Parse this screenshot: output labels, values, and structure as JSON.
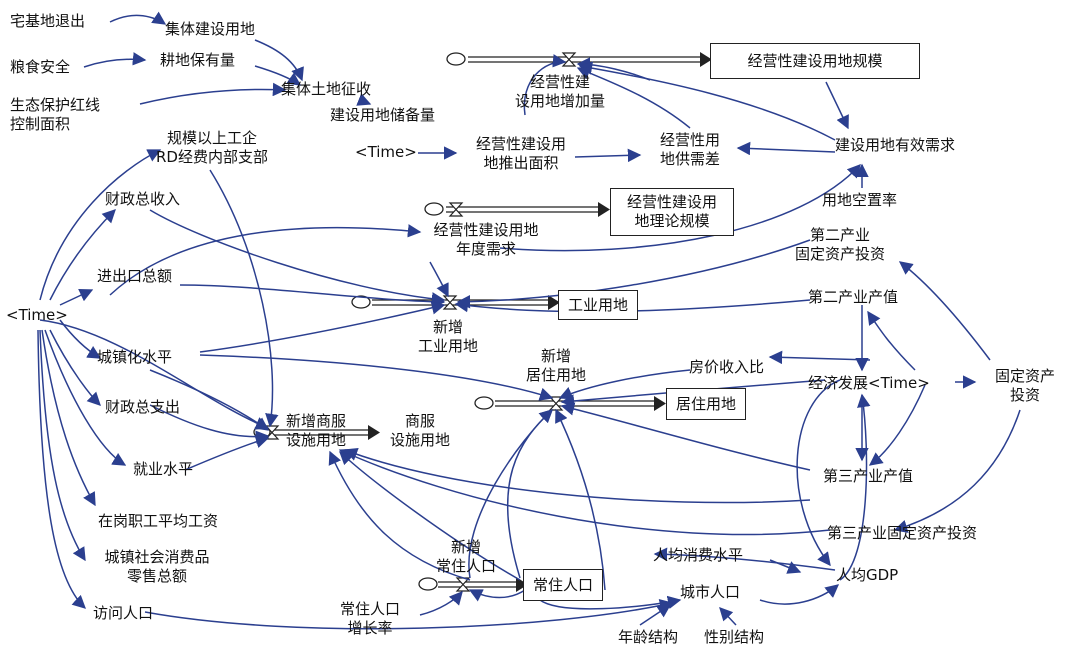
{
  "variables": {
    "zhaijidi": "宅基地退出",
    "jiti": "集体建设用地",
    "liangshi": "粮食安全",
    "gengdi": "耕地保有量",
    "shengtai": "生态保护红线\n控制面积",
    "jitizhengshou": "集体土地征收",
    "chubei": "建设用地储备量",
    "time_top": "<Time>",
    "tuichu": "经营性建设用\n地推出面积",
    "zengjia": "经营性建\n设用地增加量",
    "gongxucha": "经营性用\n地供需差",
    "xuqiu": "建设用地有效需求",
    "kongzhi": "用地空置率",
    "guimo_rd": "规模以上工企\nRD经费内部支部",
    "caizheng_shou": "财政总收入",
    "niandu_xuqiu": "经营性建设用地\n年度需求",
    "er_touzi": "第二产业\n固定资产投资",
    "jinchukou": "进出口总额",
    "er_chanzhi": "第二产业产值",
    "time_left": "<Time>",
    "xinzeng_gongye": "新增\n工业用地",
    "chengzhenhua": "城镇化水平",
    "xinzeng_juzhu": "新增\n居住用地",
    "fangjia": "房价收入比",
    "jingji": "经济发展<Time>",
    "guding_touzi": "固定资产\n投资",
    "caizheng_zhi": "财政总支出",
    "xinzeng_shangfu": "新增商服\n设施用地",
    "shangfu_label": "商服\n设施用地",
    "jiuye": "就业水平",
    "san_chanzhi": "第三产业产值",
    "gongzi": "在岗职工平均工资",
    "san_touzi": "第三产业固定资产投资",
    "xiaofei": "城镇社会消费品\n零售总额",
    "renjun_xiaofei": "人均消费水平",
    "xinzeng_changzhu": "新增\n常住人口",
    "renjun_gdp": "人均GDP",
    "chengshi_renkou": "城市人口",
    "fangwen": "访问人口",
    "zengzhanglv": "常住人口\n增长率",
    "nianling": "年龄结构",
    "xingbie": "性别结构"
  },
  "stocks": {
    "guimo": "经营性建设用地规模",
    "lilun": "经营性建设用\n地理论规模",
    "gongye": "工业用地",
    "juzhu": "居住用地",
    "changzhu": "常住人口"
  },
  "colors": {
    "link": "#2b3f8f",
    "flow": "#222222",
    "text": "#111111"
  }
}
